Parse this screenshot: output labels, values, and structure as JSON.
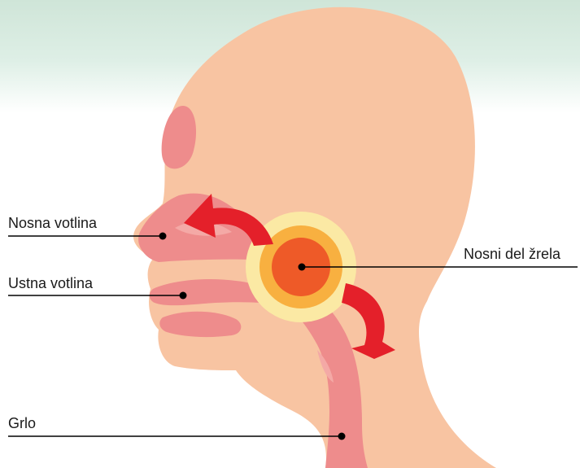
{
  "labels": {
    "nasal_cavity": "Nosna votlina",
    "oral_cavity": "Ustna votlina",
    "nasopharynx": "Nosni del žrela",
    "throat": "Grlo"
  },
  "colors": {
    "background_top": "#d4e8dc",
    "skin": "#f8c4a2",
    "skin_shadow": "#f2b594",
    "cavity": "#ee8c8c",
    "cavity_light": "#f4a9a6",
    "arrow": "#e4202a",
    "glow_outer": "#fbe9a4",
    "glow_middle": "#f8b040",
    "glow_inner": "#ee5a28",
    "leader": "#000000"
  }
}
